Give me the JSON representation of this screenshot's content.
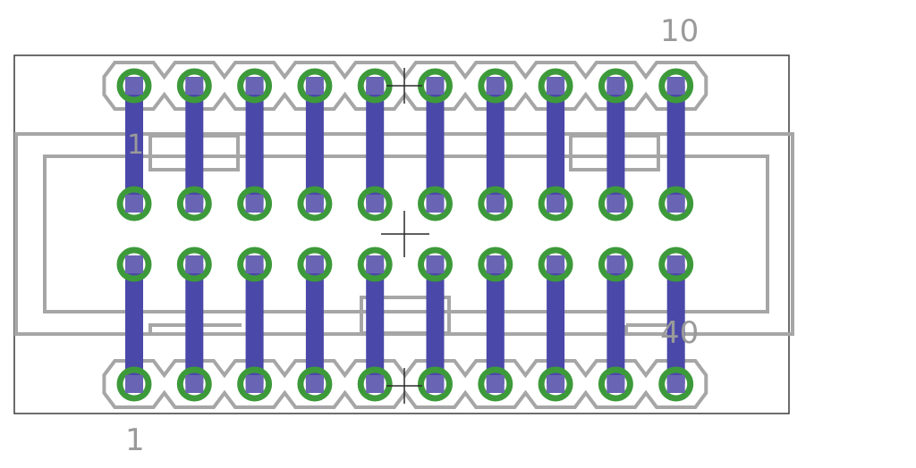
{
  "labels": {
    "top_right": "10",
    "bottom_left": "1",
    "inner_left": "1",
    "inner_right": "40"
  },
  "pins": {
    "columns": 10,
    "rows": 4,
    "count": 40
  },
  "colors": {
    "background": "#ffffff",
    "trace": "#4a48a8",
    "pad_ring": "#3d9a3a",
    "pad_hole": "#6a64b4",
    "silkscreen": "#a6a6a6",
    "board_outline": "#3c3c3c",
    "label": "#9a9a9a",
    "crosshair": "#2a2a2a"
  }
}
